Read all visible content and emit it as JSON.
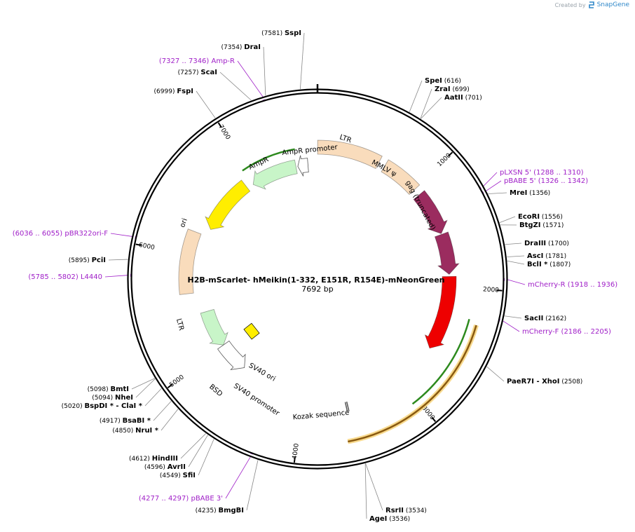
{
  "logo": {
    "created_by": "Created by",
    "brand": "SnapGene"
  },
  "plasmid": {
    "name": "H2B-mScarlet- hMeikin(1-332, E151R, R154E)-mNeonGreen",
    "size_label": "7692 bp",
    "length": 7692
  },
  "ticks": [
    {
      "pos": 1000,
      "label": "1000"
    },
    {
      "pos": 2000,
      "label": "2000"
    },
    {
      "pos": 3000,
      "label": "3000"
    },
    {
      "pos": 4000,
      "label": "4000"
    },
    {
      "pos": 5000,
      "label": "5000"
    },
    {
      "pos": 6000,
      "label": "6000"
    },
    {
      "pos": 7000,
      "label": "7000"
    }
  ],
  "features": [
    {
      "name": "LTR",
      "start": 1,
      "end": 594,
      "color": "#f9dcbc",
      "label": "LTR"
    },
    {
      "name": "MMLV psi",
      "start": 657,
      "end": 1012,
      "color": "#f9dcbc",
      "label": "MMLV ψ"
    },
    {
      "name": "gag (truncated)",
      "start": 1077,
      "end": 1493,
      "color": "#9b2c5f",
      "label": "gag (truncated)",
      "arrow": true
    },
    {
      "name": "H2B",
      "start": 1500,
      "end": 1880,
      "color": "#9b2c5f",
      "label": "H2B",
      "arrow": true
    },
    {
      "name": "mScarlet",
      "start": 1900,
      "end": 2600,
      "color": "#ee0000",
      "label": "mScarlet",
      "arrow": true
    },
    {
      "name": "Kozak sequence",
      "start": 3560,
      "end": 3575,
      "color": "#555555",
      "label": "Kozak sequence"
    },
    {
      "name": "SV40 promoter",
      "start": 4690,
      "end": 5020,
      "color": "#ffffff",
      "label": "SV40 promoter",
      "arrow": true,
      "reverse": true
    },
    {
      "name": "SV40 ori",
      "start": 4880,
      "end": 5015,
      "color": "#ffee00",
      "label": "SV40 ori"
    },
    {
      "name": "BSD",
      "start": 5020,
      "end": 5420,
      "color": "#c8f5c8",
      "label": "BSD",
      "arrow": true,
      "reverse": true
    },
    {
      "name": "LTR",
      "start": 5630,
      "end": 6220,
      "color": "#f9dcbc",
      "label": "LTR"
    },
    {
      "name": "ori",
      "start": 6300,
      "end": 6889,
      "color": "#ffee00",
      "label": "ori",
      "arrow": true,
      "reverse": true
    },
    {
      "name": "AmpR",
      "start": 6960,
      "end": 7460,
      "color": "#c8f5c8",
      "label": "AmpR",
      "arrow": true,
      "reverse": true
    },
    {
      "name": "AmpR promoter",
      "start": 7480,
      "end": 7590,
      "color": "#ffffff",
      "label": "AmpR promoter",
      "arrow": true,
      "reverse": true
    }
  ],
  "orfs": [
    {
      "name": "hMeikin",
      "start": 2270,
      "end": 3620,
      "label": ""
    },
    {
      "name": "mNeonGreen",
      "start": 2240,
      "end": 3050,
      "label": ""
    },
    {
      "name": "AmpR ORF",
      "start": 6950,
      "end": 7480,
      "label": ""
    }
  ],
  "sites": [
    {
      "name": "SspI",
      "pos": 7581,
      "pos_label": "(7581)",
      "star": ""
    },
    {
      "name": "DraI",
      "pos": 7354,
      "pos_label": "(7354)",
      "star": ""
    },
    {
      "name": "ScaI",
      "pos": 7257,
      "pos_label": "(7257)",
      "star": ""
    },
    {
      "name": "FspI",
      "pos": 6999,
      "pos_label": "(6999)",
      "star": ""
    },
    {
      "name": "SpeI",
      "pos": 616,
      "pos_label": "(616)",
      "star": ""
    },
    {
      "name": "ZraI",
      "pos": 699,
      "pos_label": "(699)",
      "star": ""
    },
    {
      "name": "AatII",
      "pos": 701,
      "pos_label": "(701)",
      "star": ""
    },
    {
      "name": "MreI",
      "pos": 1356,
      "pos_label": "(1356)",
      "star": ""
    },
    {
      "name": "EcoRI",
      "pos": 1556,
      "pos_label": "(1556)",
      "star": ""
    },
    {
      "name": "BtgZI",
      "pos": 1571,
      "pos_label": "(1571)",
      "star": ""
    },
    {
      "name": "DraIII",
      "pos": 1700,
      "pos_label": "(1700)",
      "star": ""
    },
    {
      "name": "AscI",
      "pos": 1781,
      "pos_label": "(1781)",
      "star": ""
    },
    {
      "name": "BclI",
      "pos": 1807,
      "pos_label": "(1807)",
      "star": "*"
    },
    {
      "name": "SacII",
      "pos": 2162,
      "pos_label": "(2162)",
      "star": ""
    },
    {
      "name": "PaeR7I - XhoI",
      "pos": 2508,
      "pos_label": "(2508)",
      "star": ""
    },
    {
      "name": "RsrII",
      "pos": 3534,
      "pos_label": "(3534)",
      "star": ""
    },
    {
      "name": "AgeI",
      "pos": 3536,
      "pos_label": "(3536)",
      "star": ""
    },
    {
      "name": "BmgBI",
      "pos": 4235,
      "pos_label": "(4235)",
      "star": ""
    },
    {
      "name": "SfiI",
      "pos": 4549,
      "pos_label": "(4549)",
      "star": ""
    },
    {
      "name": "AvrII",
      "pos": 4596,
      "pos_label": "(4596)",
      "star": ""
    },
    {
      "name": "HindIII",
      "pos": 4612,
      "pos_label": "(4612)",
      "star": ""
    },
    {
      "name": "NruI",
      "pos": 4850,
      "pos_label": "(4850)",
      "star": "*"
    },
    {
      "name": "BsaBI",
      "pos": 4917,
      "pos_label": "(4917)",
      "star": "*"
    },
    {
      "name": "BspDI * - ClaI",
      "pos": 5020,
      "pos_label": "(5020)",
      "star": "*"
    },
    {
      "name": "NheI",
      "pos": 5094,
      "pos_label": "(5094)",
      "star": ""
    },
    {
      "name": "BmtI",
      "pos": 5098,
      "pos_label": "(5098)",
      "star": ""
    },
    {
      "name": "PciI",
      "pos": 5895,
      "pos_label": "(5895)",
      "star": ""
    }
  ],
  "primers": [
    {
      "name": "Amp-R",
      "range": "(7327 .. 7346)",
      "pos": 7336
    },
    {
      "name": "pLXSN 5'",
      "range": "(1288 .. 1310)",
      "pos": 1299
    },
    {
      "name": "pBABE 5'",
      "range": "(1326 .. 1342)",
      "pos": 1334
    },
    {
      "name": "mCherry-R",
      "range": "(1918 .. 1936)",
      "pos": 1927
    },
    {
      "name": "mCherry-F",
      "range": "(2186 .. 2205)",
      "pos": 2195
    },
    {
      "name": "pBABE 3'",
      "range": "(4277 .. 4297)",
      "pos": 4287
    },
    {
      "name": "L4440",
      "range": "(5785 .. 5802)",
      "pos": 5793
    },
    {
      "name": "pBR322ori-F",
      "range": "(6036 .. 6055)",
      "pos": 6045
    }
  ]
}
